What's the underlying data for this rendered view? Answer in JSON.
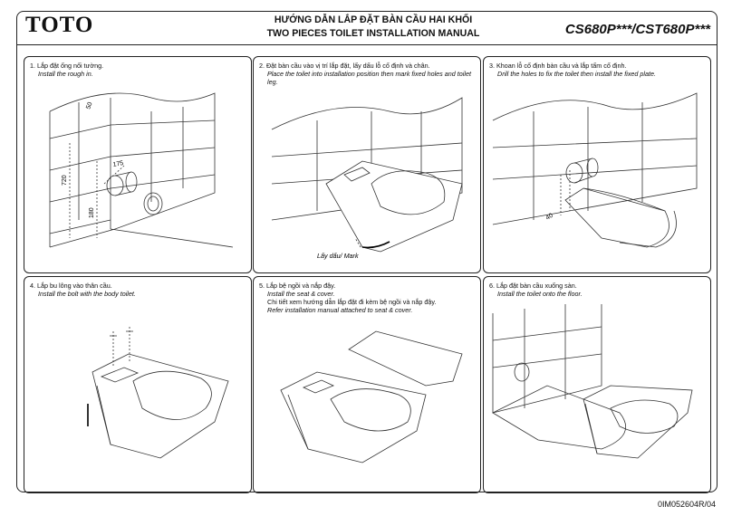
{
  "header": {
    "logo": "TOTO",
    "title_vn": "HƯỚNG DẪN LẮP ĐẶT BÀN CẦU HAI KHỐI",
    "title_en": "TWO PIECES TOILET INSTALLATION MANUAL",
    "model": "CS680P***/CST680P***"
  },
  "steps": [
    {
      "vn": "1. Lắp đặt ống nối tường.",
      "en": "Install the rough in."
    },
    {
      "vn": "2. Đặt bàn cầu vào vị trí lắp đặt, lấy dấu lỗ cố định và chân.",
      "en": "Place the toilet into installation position then mark fixed holes and toilet leg."
    },
    {
      "vn": "3. Khoan lỗ cố định bàn cầu và lắp tấm cố định.",
      "en": "Drill the holes to fix the toilet then install the fixed plate."
    },
    {
      "vn": "4. Lắp bu lông vào thân cầu.",
      "en": "Install the bolt with the body toilet."
    },
    {
      "vn": "5. Lắp bệ ngồi và nắp đậy.",
      "en": "Install the seat & cover.",
      "vn2": "Chi tiết xem hướng dẫn lắp đặt đi kèm bệ ngồi và nắp đậy.",
      "en2": "Refer installation manual attached to seat & cover."
    },
    {
      "vn": "6. Lắp đặt bàn cầu xuống sàn.",
      "en": "Install the toilet onto the floor."
    }
  ],
  "dimensions": {
    "d1": "50",
    "d2": "175",
    "d3": "720",
    "d4": "180",
    "d5": "40"
  },
  "labels": {
    "mark": "Lấy dấu/ Mark"
  },
  "footer": {
    "doc_id": "0IM052604R/04"
  }
}
